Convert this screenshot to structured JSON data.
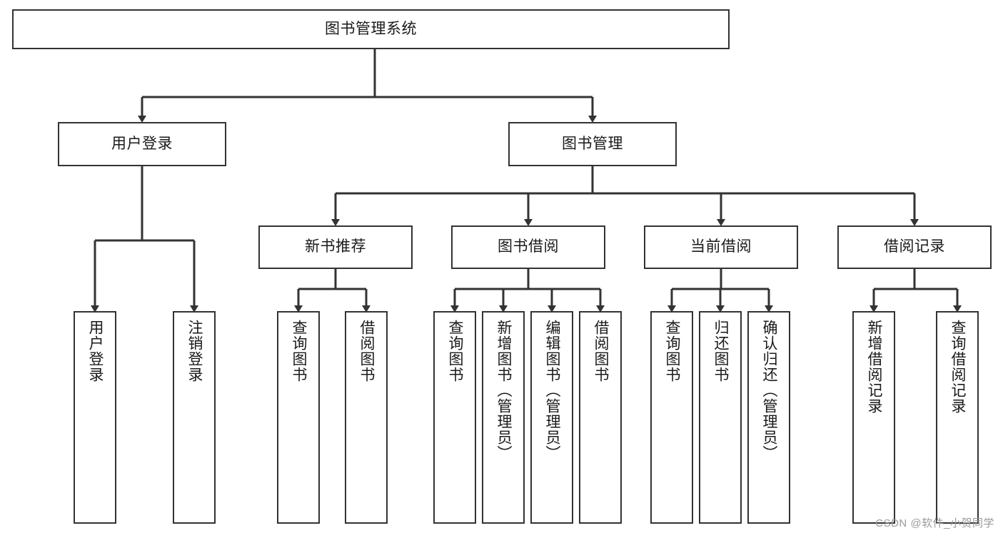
{
  "diagram": {
    "type": "tree-hierarchy-chart",
    "title": "图书管理系统",
    "root": {
      "label": "图书管理系统"
    },
    "level2": [
      {
        "id": "user-login",
        "label": "用户登录"
      },
      {
        "id": "book-manage",
        "label": "图书管理"
      }
    ],
    "level3": [
      {
        "id": "new-book-recommend",
        "label": "新书推荐",
        "parent": "book-manage"
      },
      {
        "id": "book-borrow",
        "label": "图书借阅",
        "parent": "book-manage"
      },
      {
        "id": "current-borrow",
        "label": "当前借阅",
        "parent": "book-manage"
      },
      {
        "id": "borrow-record",
        "label": "借阅记录",
        "parent": "book-manage"
      }
    ],
    "leaves": [
      {
        "id": "leaf-user-login",
        "label": "用户登录",
        "parent": "user-login"
      },
      {
        "id": "leaf-user-logout",
        "label": "注销登录",
        "parent": "user-login"
      },
      {
        "id": "leaf-query-book-1",
        "label": "查询图书",
        "parent": "new-book-recommend"
      },
      {
        "id": "leaf-borrow-book-1",
        "label": "借阅图书",
        "parent": "new-book-recommend"
      },
      {
        "id": "leaf-query-book-2",
        "label": "查询图书",
        "parent": "book-borrow"
      },
      {
        "id": "leaf-add-book",
        "label": "新增图书（管理员）",
        "parent": "book-borrow"
      },
      {
        "id": "leaf-edit-book",
        "label": "编辑图书（管理员）",
        "parent": "book-borrow"
      },
      {
        "id": "leaf-borrow-book-2",
        "label": "借阅图书",
        "parent": "book-borrow"
      },
      {
        "id": "leaf-query-book-3",
        "label": "查询图书",
        "parent": "current-borrow"
      },
      {
        "id": "leaf-return-book",
        "label": "归还图书",
        "parent": "current-borrow"
      },
      {
        "id": "leaf-confirm-return",
        "label": "确认归还（管理员）",
        "parent": "current-borrow"
      },
      {
        "id": "leaf-add-record",
        "label": "新增借阅记录",
        "parent": "borrow-record"
      },
      {
        "id": "leaf-query-record",
        "label": "查询借阅记录",
        "parent": "borrow-record"
      }
    ],
    "colors": {
      "stroke": "#333333",
      "fill": "#ffffff",
      "text": "#1a1a1a",
      "watermark": "#9a9a9a"
    }
  },
  "watermark": {
    "text": "CSDN @软件_小贺同学"
  }
}
